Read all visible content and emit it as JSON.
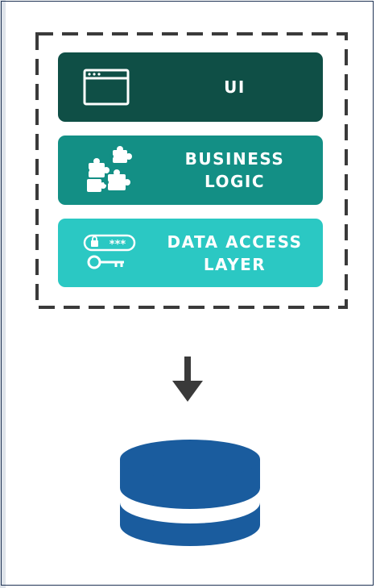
{
  "diagram": {
    "layers": [
      {
        "id": "ui",
        "label_lines": [
          "UI"
        ],
        "icon": "browser-window-icon",
        "color": "#0f4f46"
      },
      {
        "id": "business-logic",
        "label_lines": [
          "BUSINESS",
          "LOGIC"
        ],
        "icon": "puzzle-pieces-icon",
        "color": "#138f85"
      },
      {
        "id": "data-access-layer",
        "label_lines": [
          "DATA ACCESS",
          "LAYER"
        ],
        "icon": "password-key-icon",
        "color": "#2bc8c3"
      }
    ],
    "password_mask": "***",
    "arrow_color": "#3a3a3a",
    "database_color": "#1a5c9e",
    "border_color": "#3a3a3a"
  }
}
